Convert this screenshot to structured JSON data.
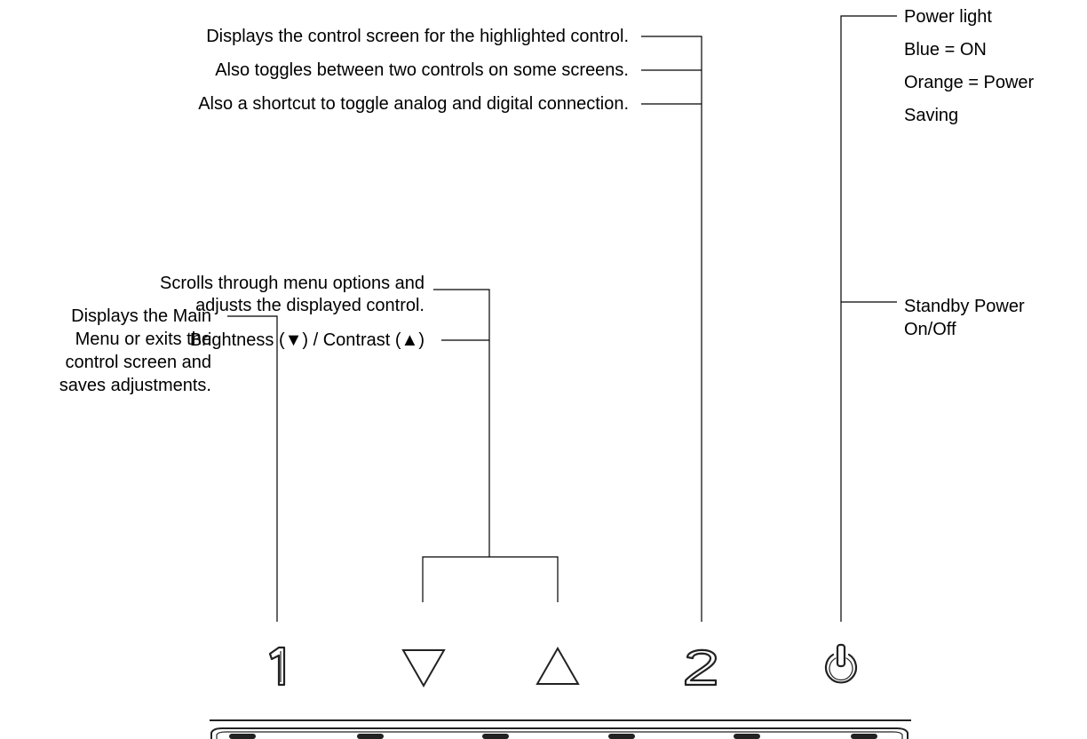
{
  "callouts": {
    "enter_line1": "Displays the control screen for the highlighted control.",
    "enter_line2": "Also toggles between two controls on some screens.",
    "enter_line3": "Also a shortcut to toggle analog and digital connection.",
    "arrows_line1": "Scrolls through menu options and",
    "arrows_line2": "adjusts the displayed control.",
    "arrows_line3": "Brightness (▼) / Contrast (▲)",
    "menu_line1": "Displays the Main",
    "menu_line2": "Menu or exits the",
    "menu_line3": "control screen and",
    "menu_line4": "saves adjustments.",
    "power_light_line1": "Power light",
    "power_light_line2": "Blue = ON",
    "power_light_line3": "Orange = Power",
    "power_light_line4": "Saving",
    "standby_line1": "Standby Power",
    "standby_line2": "On/Off"
  },
  "buttons": [
    {
      "name": "button-1",
      "icon": "digit-one-outline-icon"
    },
    {
      "name": "button-down",
      "icon": "down-triangle-icon"
    },
    {
      "name": "button-up",
      "icon": "up-triangle-icon"
    },
    {
      "name": "button-2",
      "icon": "digit-two-outline-icon"
    },
    {
      "name": "button-power",
      "icon": "power-icon"
    }
  ]
}
